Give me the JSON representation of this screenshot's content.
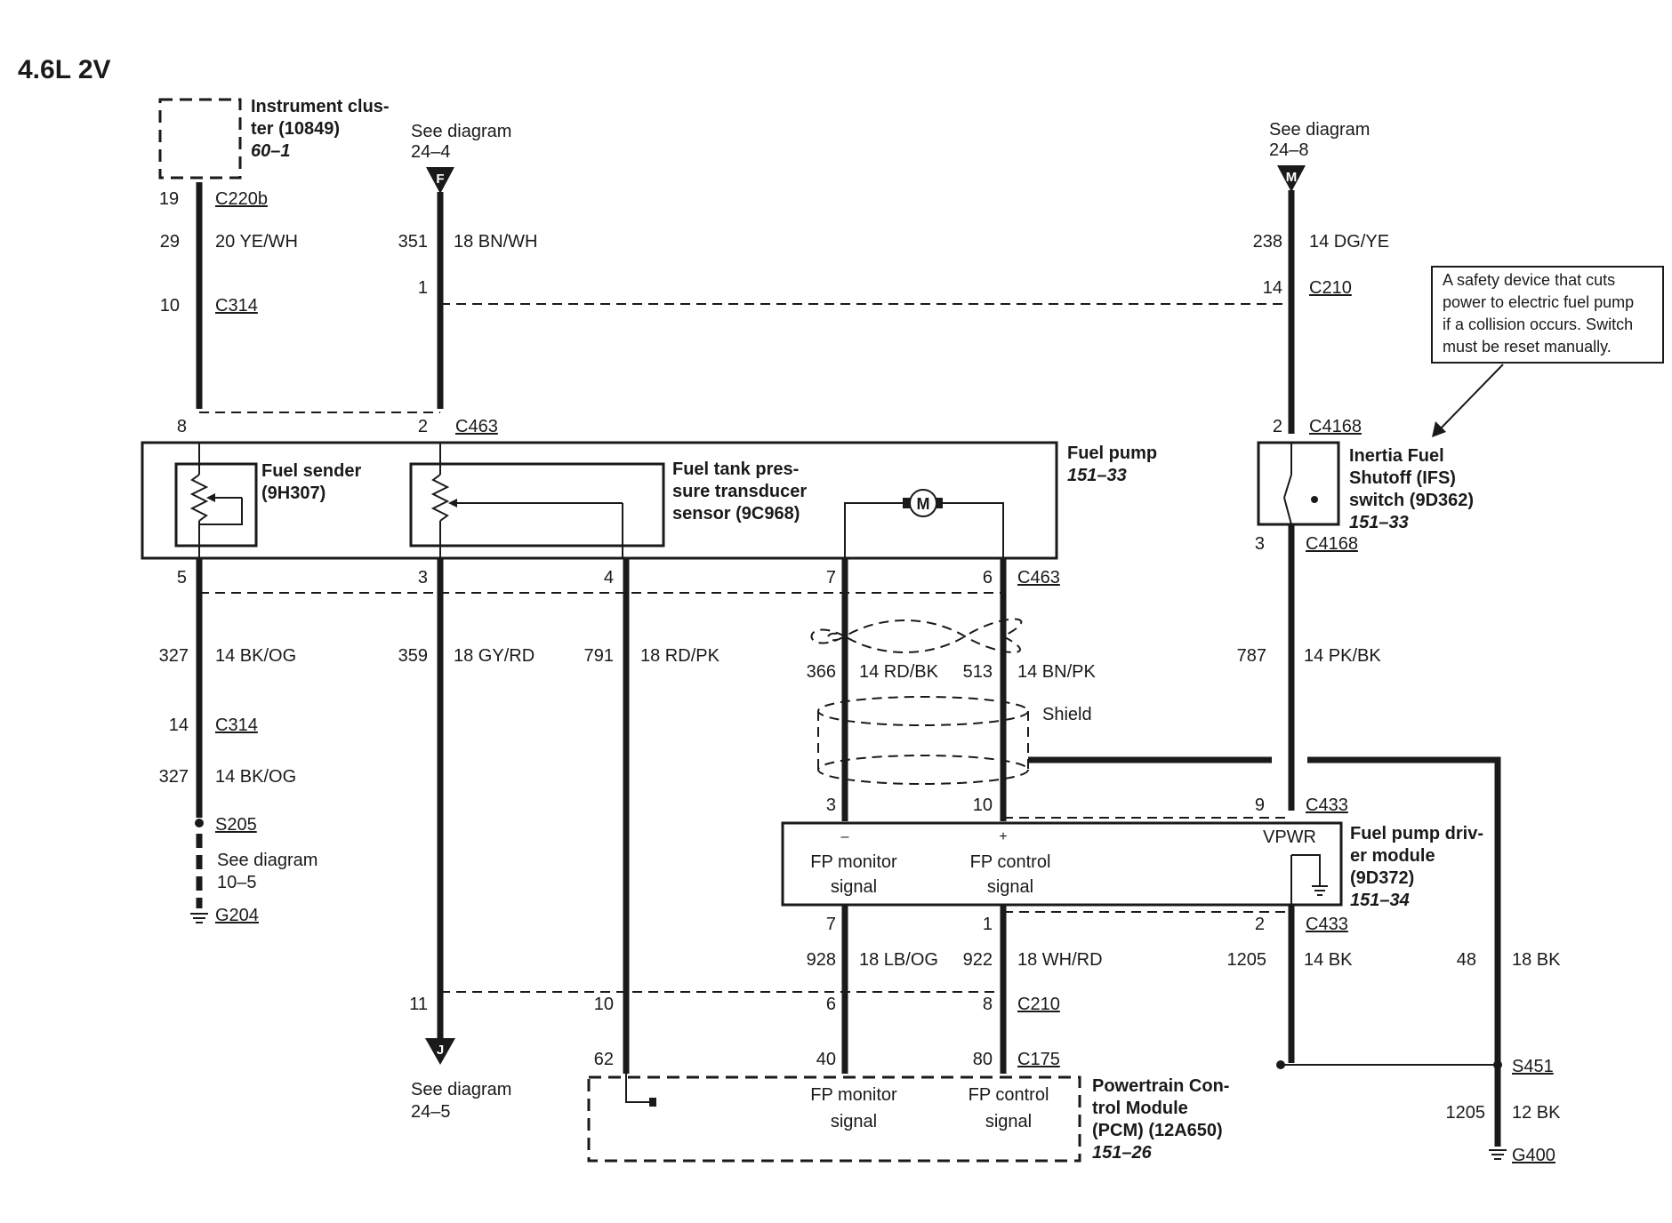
{
  "title": "4.6L 2V",
  "components": {
    "instrument_cluster": {
      "name": [
        "Instrument clus-",
        "ter (10849)"
      ],
      "ref": "60–1"
    },
    "fuel_pump": {
      "name": "Fuel pump",
      "ref": "151–33"
    },
    "fuel_sender": {
      "name": [
        "Fuel sender",
        "(9H307)"
      ]
    },
    "tank_pressure_sensor": {
      "name": [
        "Fuel tank pres-",
        "sure transducer",
        "sensor (9C968)"
      ]
    },
    "ifs_switch": {
      "name": [
        "Inertia Fuel",
        "Shutoff (IFS)",
        "switch (9D362)"
      ],
      "ref": "151–33"
    },
    "fpdm": {
      "name": [
        "Fuel pump driv-",
        "er module",
        "(9D372)"
      ],
      "ref": "151–34",
      "vpwr": "VPWR",
      "minus": "–",
      "plus": "+",
      "monitor": [
        "FP monitor",
        "signal"
      ],
      "control": [
        "FP control",
        "signal"
      ]
    },
    "pcm": {
      "name": [
        "Powertrain Con-",
        "trol Module",
        "(PCM) (12A650)"
      ],
      "ref": "151–26",
      "monitor": [
        "FP monitor",
        "signal"
      ],
      "control": [
        "FP control",
        "signal"
      ]
    }
  },
  "note": [
    "A safety device that cuts",
    "power to electric fuel pump",
    "if a collision occurs. Switch",
    "must be reset manually."
  ],
  "shield": "Shield",
  "see_diagram": {
    "f": {
      "text": "See diagram",
      "ref": "24–4",
      "letter": "F"
    },
    "m": {
      "text": "See diagram",
      "ref": "24–8",
      "letter": "M"
    },
    "j": {
      "text": "See diagram",
      "ref": "24–5",
      "letter": "J"
    },
    "ground": {
      "text": "See diagram",
      "ref": "10–5"
    }
  },
  "connectors": {
    "c220b": "C220b",
    "c314a": "C314",
    "c463a": "C463",
    "c463b": "C463",
    "c314b": "C314",
    "s205": "S205",
    "g204": "G204",
    "c210a": "C210",
    "c4168a": "C4168",
    "c4168b": "C4168",
    "c433a": "C433",
    "c433b": "C433",
    "c210b": "C210",
    "c175": "C175",
    "s451": "S451",
    "g400": "G400"
  },
  "pins": {
    "p19": "19",
    "p10": "10",
    "p8": "8",
    "p5": "5",
    "p14": "14",
    "p1": "1",
    "p2": "2",
    "p3": "3",
    "p4": "4",
    "p11": "11",
    "p10b": "10",
    "p62": "62",
    "p7a": "7",
    "p6a": "6",
    "p3b": "3",
    "p10c": "10",
    "p7b": "7",
    "p1b": "1",
    "p6b": "6",
    "p8b": "8",
    "p40": "40",
    "p80": "80",
    "p14b": "14",
    "p2b": "2",
    "p3c": "3",
    "p9": "9",
    "p2c": "2"
  },
  "circuits": {
    "w29": {
      "num": "29",
      "spec": "20 YE/WH"
    },
    "w351": {
      "num": "351",
      "spec": "18 BN/WH"
    },
    "w238": {
      "num": "238",
      "spec": "14 DG/YE"
    },
    "w327a": {
      "num": "327",
      "spec": "14 BK/OG"
    },
    "w327b": {
      "num": "327",
      "spec": "14 BK/OG"
    },
    "w359": {
      "num": "359",
      "spec": "18 GY/RD"
    },
    "w791": {
      "num": "791",
      "spec": "18 RD/PK"
    },
    "w366": {
      "num": "366",
      "spec": "14 RD/BK"
    },
    "w513": {
      "num": "513",
      "spec": "14 BN/PK"
    },
    "w787": {
      "num": "787",
      "spec": "14 PK/BK"
    },
    "w928": {
      "num": "928",
      "spec": "18 LB/OG"
    },
    "w922": {
      "num": "922",
      "spec": "18 WH/RD"
    },
    "w1205a": {
      "num": "1205",
      "spec": "14 BK"
    },
    "w48": {
      "num": "48",
      "spec": "18 BK"
    },
    "w1205b": {
      "num": "1205",
      "spec": "12 BK"
    }
  }
}
